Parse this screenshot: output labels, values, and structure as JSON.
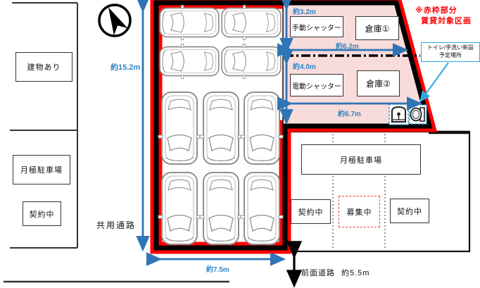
{
  "site": {
    "left_block": {
      "building": "建物あり",
      "parking": "月極駐車場",
      "status": "契約中"
    },
    "center_lot": {
      "height": "約15.2m",
      "width": "約7.5m",
      "aisle": "共用通路"
    },
    "storage": {
      "note1": "※赤枠部分",
      "note2": "賃貸対象区画",
      "upper": {
        "shutter": "手動シャッター",
        "unit": "倉庫①",
        "depth": "約3.2m",
        "width": "約6.2m"
      },
      "lower": {
        "shutter": "電動シャッター",
        "unit": "倉庫②",
        "depth": "約4.0m",
        "width": "約6.7m"
      },
      "callout1": "トイレ/手洗い新設",
      "callout2": "予定場所"
    },
    "right_lot": {
      "title": "月極駐車場",
      "stall1": "契約中",
      "stall2": "募集中",
      "stall3": "契約中"
    },
    "road": {
      "name": "前面道路",
      "width": "約5.5m"
    }
  },
  "colors": {
    "rental_outline_red": "#FF0000",
    "storage_zone_pink": "#F8DBDB",
    "dimension_blue": "#2E75B6",
    "dimension_text_blue": "#2E86C8",
    "callout_cyan": "#29ABE2",
    "line_black": "#000000"
  },
  "icons": {
    "compass": "north-arrow",
    "sink": "sink-top-view",
    "toilet": "toilet-top-view",
    "cars_horizontal": 4,
    "cars_vertical": 6
  }
}
